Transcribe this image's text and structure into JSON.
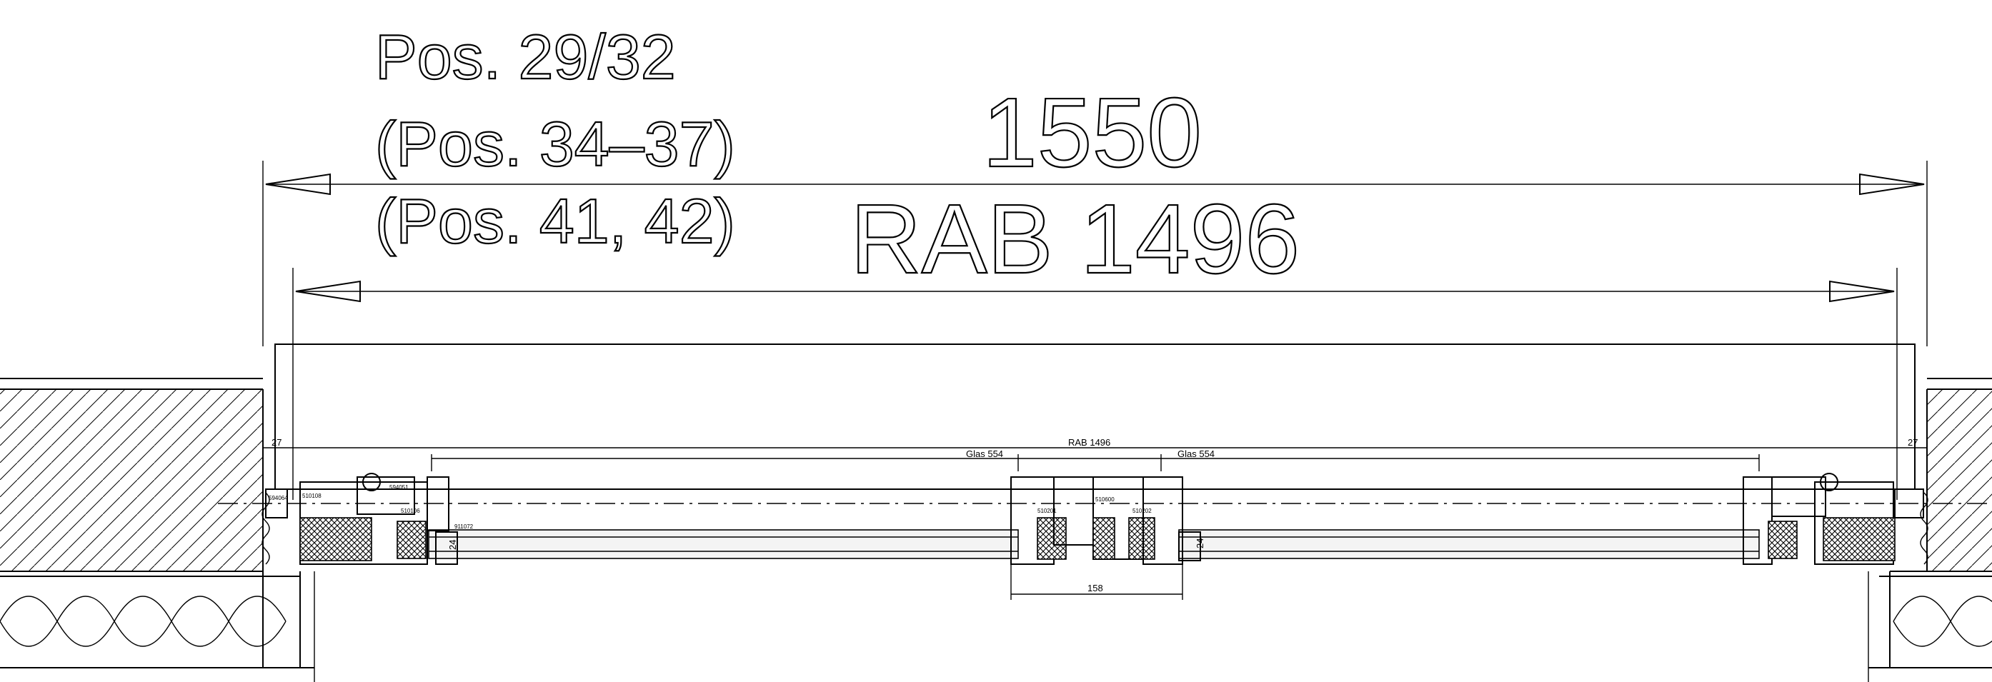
{
  "position_labels": {
    "line1": "Pos. 29/32",
    "line2": "(Pos. 34–37)",
    "line3": "(Pos. 41, 42)"
  },
  "dimensions": {
    "overall": "1550",
    "rough_opening_large": "RAB 1496",
    "rough_opening_small": "RAB 1496",
    "glass_left": "Glas 554",
    "glass_right": "Glas 554",
    "gap_left": "27",
    "gap_right": "27",
    "center_width": "158",
    "glass_thickness_left": "24",
    "glass_thickness_right": "24"
  },
  "profile_codes": {
    "left_a": "594064",
    "left_b": "510108",
    "left_c": "594051",
    "left_d": "510106",
    "left_e": "911072",
    "center_a": "510201",
    "center_b": "510600",
    "center_c": "510202"
  },
  "colors": {
    "line": "#000000",
    "background": "#ffffff"
  }
}
